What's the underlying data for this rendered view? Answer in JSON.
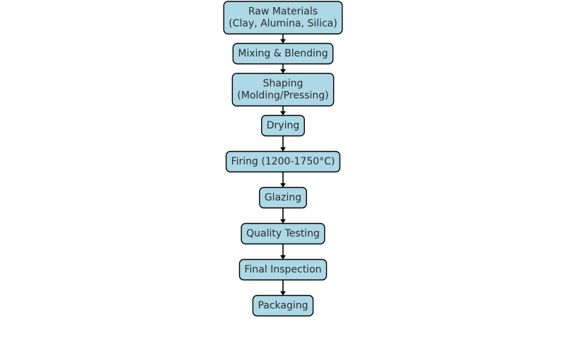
{
  "diagram": {
    "type": "flowchart",
    "direction": "top-to-bottom",
    "box_fill": "#add8e6",
    "box_stroke": "#000000",
    "text_color": "#2b2b2b",
    "steps": [
      {
        "lines": [
          "Raw Materials",
          "(Clay, Alumina, Silica)"
        ]
      },
      {
        "lines": [
          "Mixing & Blending"
        ]
      },
      {
        "lines": [
          "Shaping",
          "(Molding/Pressing)"
        ]
      },
      {
        "lines": [
          "Drying"
        ]
      },
      {
        "lines": [
          "Firing (1200-1750°C)"
        ]
      },
      {
        "lines": [
          "Glazing"
        ]
      },
      {
        "lines": [
          "Quality Testing"
        ]
      },
      {
        "lines": [
          "Final Inspection"
        ]
      },
      {
        "lines": [
          "Packaging"
        ]
      }
    ]
  }
}
